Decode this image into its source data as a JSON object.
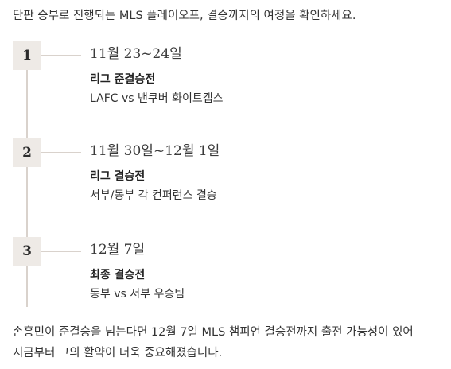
{
  "intro": "단판 승부로 진행되는 MLS 플레이오프, 결승까지의 여정을 확인하세요.",
  "steps": [
    {
      "number": "1",
      "date": "11월 23~24일",
      "round": "리그 준결승전",
      "matchup": "LAFC vs 밴쿠버 화이트캡스"
    },
    {
      "number": "2",
      "date": "11월 30일~12월 1일",
      "round": "리그 결승전",
      "matchup": "서부/동부 각 컨퍼런스 결승"
    },
    {
      "number": "3",
      "date": "12월 7일",
      "round": "최종 결승전",
      "matchup": "동부 vs 서부 우승팀"
    }
  ],
  "outro": {
    "line1": "손흥민이 준결승을 넘는다면 12월 7일 MLS 챔피언 결승전까지 출전 가능성이 있어",
    "line2": "지금부터 그의 활약이 더욱 중요해졌습니다."
  },
  "colors": {
    "timeline_line": "#d9d2cc",
    "step_box": "#eeeae6",
    "text": "#333333"
  }
}
